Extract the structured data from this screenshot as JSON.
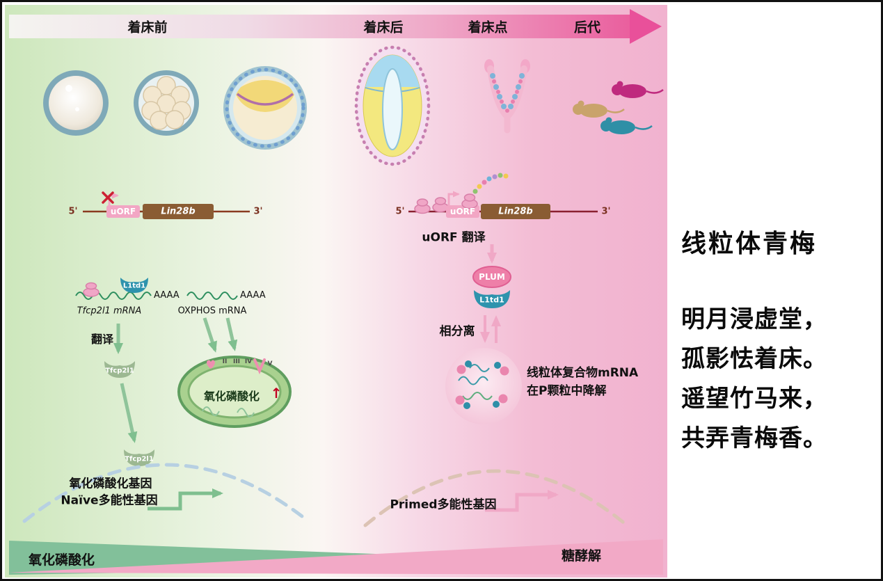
{
  "banner": {
    "stages": [
      "着床前",
      "着床后",
      "着床点",
      "后代"
    ]
  },
  "mrna_left": {
    "five_prime": "5'",
    "three_prime": "3'",
    "uorf": "uORF",
    "gene": "Lin28b"
  },
  "mrna_right": {
    "five_prime": "5'",
    "three_prime": "3'",
    "uorf": "uORF",
    "gene": "Lin28b"
  },
  "left_pathway": {
    "l1td1": "L1td1",
    "aaaa1": "AAAA",
    "aaaa2": "AAAA",
    "tfcp2l1_mrna": "Tfcp2l1 mRNA",
    "oxphos_mrna": "OXPHOS mRNA",
    "translation": "翻译",
    "tfcp2l1_a": "Tfcp2l1",
    "tfcp2l1_b": "Tfcp2l1",
    "mito_label": "氧化磷酸化",
    "up_arrow": "↑",
    "complexes": [
      "II",
      "III",
      "IV",
      "V"
    ],
    "gene_line1": "氧化磷酸化基因",
    "gene_line2": "Naïve多能性基因"
  },
  "right_pathway": {
    "uorf_translation": "uORF 翻译",
    "plum": "PLUM",
    "l1td1": "L1td1",
    "phase_separation": "相分离",
    "granule_line1": "线粒体复合物mRNA",
    "granule_line2": "在P颗粒中降解",
    "gene": "Primed多能性基因"
  },
  "bottom": {
    "left_label": "氧化磷酸化",
    "right_label": "糖酵解"
  },
  "poem": {
    "title": "线粒体青梅",
    "lines": [
      "明月浸虚堂，",
      "孤影怯着床。",
      "遥望竹马来，",
      "共弄青梅香。"
    ]
  },
  "colors": {
    "green_accent": "#7fbf8f",
    "pink_accent": "#f0a8c6",
    "teal_protein": "#2e93ad",
    "gene_box_brown": "#8a5c33",
    "red_mark": "#cc2233"
  }
}
